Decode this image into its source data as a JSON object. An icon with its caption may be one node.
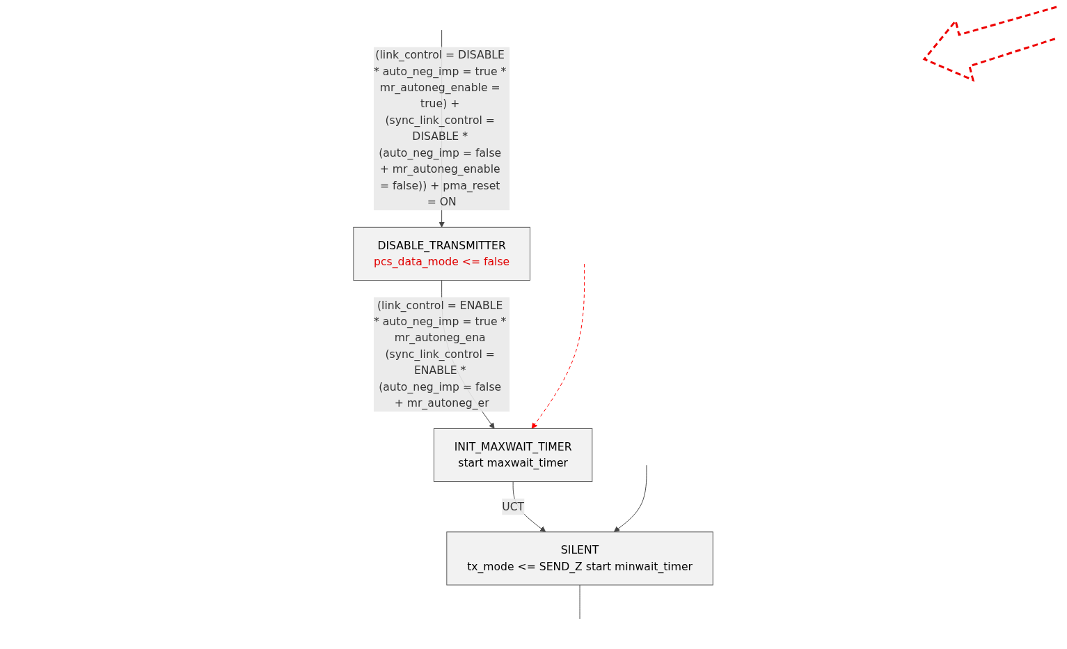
{
  "diagram": {
    "nodes": [
      {
        "text": [
          "DISABLE_TRANSMITTER",
          "pcs_data_mode <= false"
        ]
      },
      {
        "text": [
          "INIT_MAXWAIT_TIMER",
          "start maxwait_timer"
        ]
      },
      {
        "text": [
          "SILENT",
          "tx_mode <= SEND_Z start minwait_timer"
        ]
      }
    ],
    "edges": [
      {
        "from": null,
        "to": 0,
        "arrow": "to",
        "label": "(link_control = DISABLE * auto_neg_imp = true * mr_autoneg_enable = true) + (sync_link_control = DISABLE * (auto_neg_imp = false + mr_autoneg_enable = false)) + pma_reset = ON"
      },
      {
        "from": 0,
        "to": 1,
        "arrow": "to",
        "label": "(link_control = ENABLE * auto_neg_imp = true * mr_autoneg_ena (sync_link_control = ENABLE * (auto_neg_imp = false + mr_autoneg_er"
      },
      {
        "from": null,
        "to": 1,
        "arrow": "to",
        "style": "dashed",
        "color": "#ff0000"
      },
      {
        "from": 1,
        "to": 2,
        "arrow": "to",
        "label": "UCT"
      },
      {
        "from": null,
        "to": 2,
        "arrow": "to"
      },
      {
        "from": 2,
        "to": null,
        "arrow": "none"
      }
    ]
  }
}
